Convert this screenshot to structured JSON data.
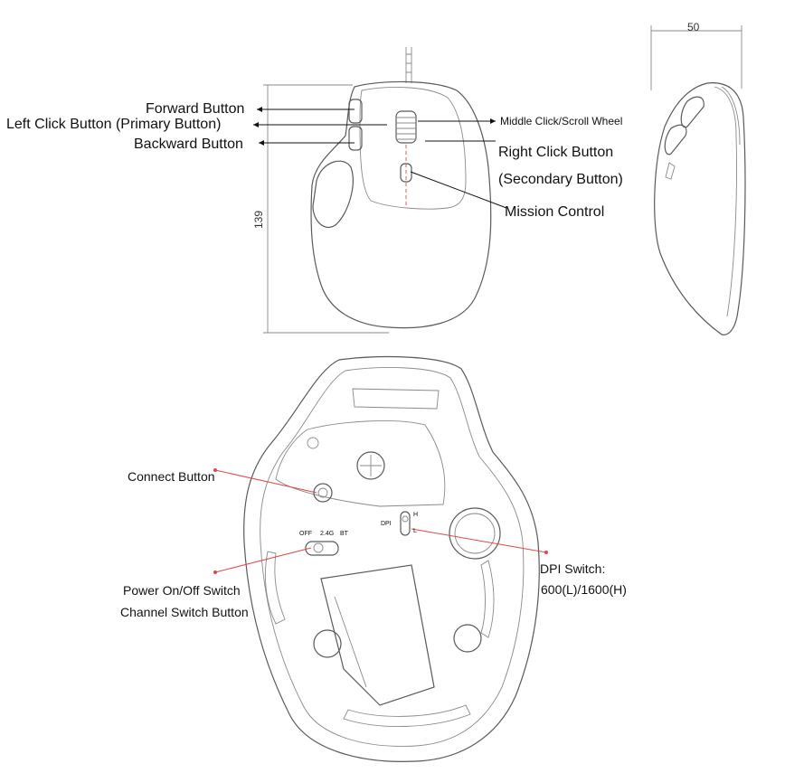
{
  "labels": {
    "forward": "Forward Button",
    "left_click": "Left Click Button (Primary Button)",
    "backward": "Backward Button",
    "middle_click": "Middle Click/Scroll Wheel",
    "right_click_line1": "Right Click Button",
    "right_click_line2": "(Secondary Button)",
    "mission": "Mission Control",
    "connect": "Connect Button",
    "power_line1": "Power On/Off Switch",
    "power_line2": "Channel Switch Button",
    "dpi_line1": "DPI Switch:",
    "dpi_line2": "600(L)/1600(H)"
  },
  "dimensions": {
    "height": "139",
    "width": "50"
  },
  "switch_marks": {
    "off": "OFF",
    "g24": "2.4G",
    "bt": "BT",
    "dpi": "DPI",
    "h": "H",
    "l": "L"
  },
  "colors": {
    "leader_red": "#e04848",
    "line_gray": "#5a5a5a"
  }
}
